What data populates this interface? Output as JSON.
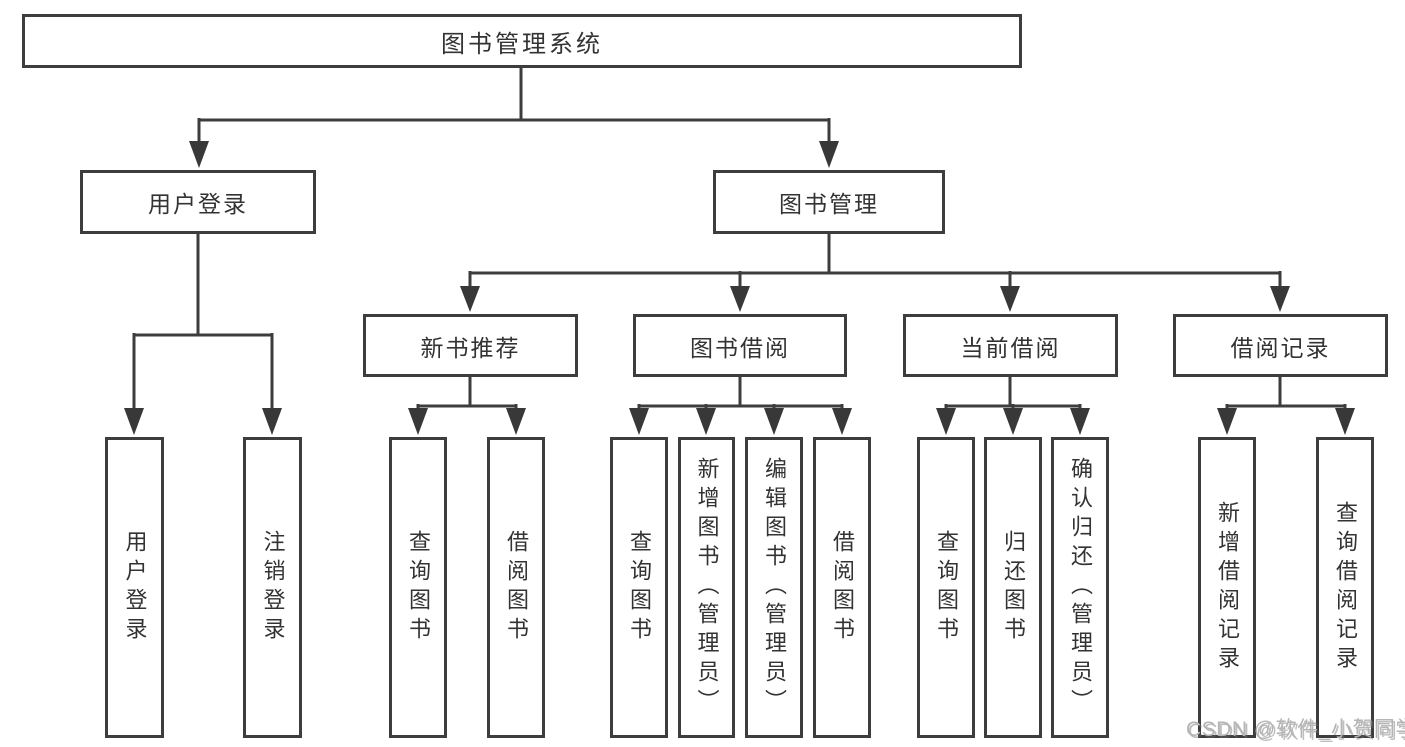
{
  "diagram": {
    "title": "图书管理系统",
    "branches": {
      "user": {
        "label": "用户登录",
        "children": [
          "用户登录",
          "注销登录"
        ]
      },
      "book": {
        "label": "图书管理",
        "groups": {
          "recommend": {
            "label": "新书推荐",
            "children": [
              "查询图书",
              "借阅图书"
            ]
          },
          "borrow": {
            "label": "图书借阅",
            "children": [
              "查询图书",
              "新增图书（管理员）",
              "编辑图书（管理员）",
              "借阅图书"
            ]
          },
          "current": {
            "label": "当前借阅",
            "children": [
              "查询图书",
              "归还图书",
              "确认归还（管理员）"
            ]
          },
          "records": {
            "label": "借阅记录",
            "children": [
              "新增借阅记录",
              "查询借阅记录"
            ]
          }
        }
      }
    },
    "watermark": "CSDN @软件_小贺同学",
    "colors": {
      "line": "#3d3d3d",
      "text": "#333333",
      "watermark": "#b5b5b5",
      "background": "#ffffff"
    }
  }
}
